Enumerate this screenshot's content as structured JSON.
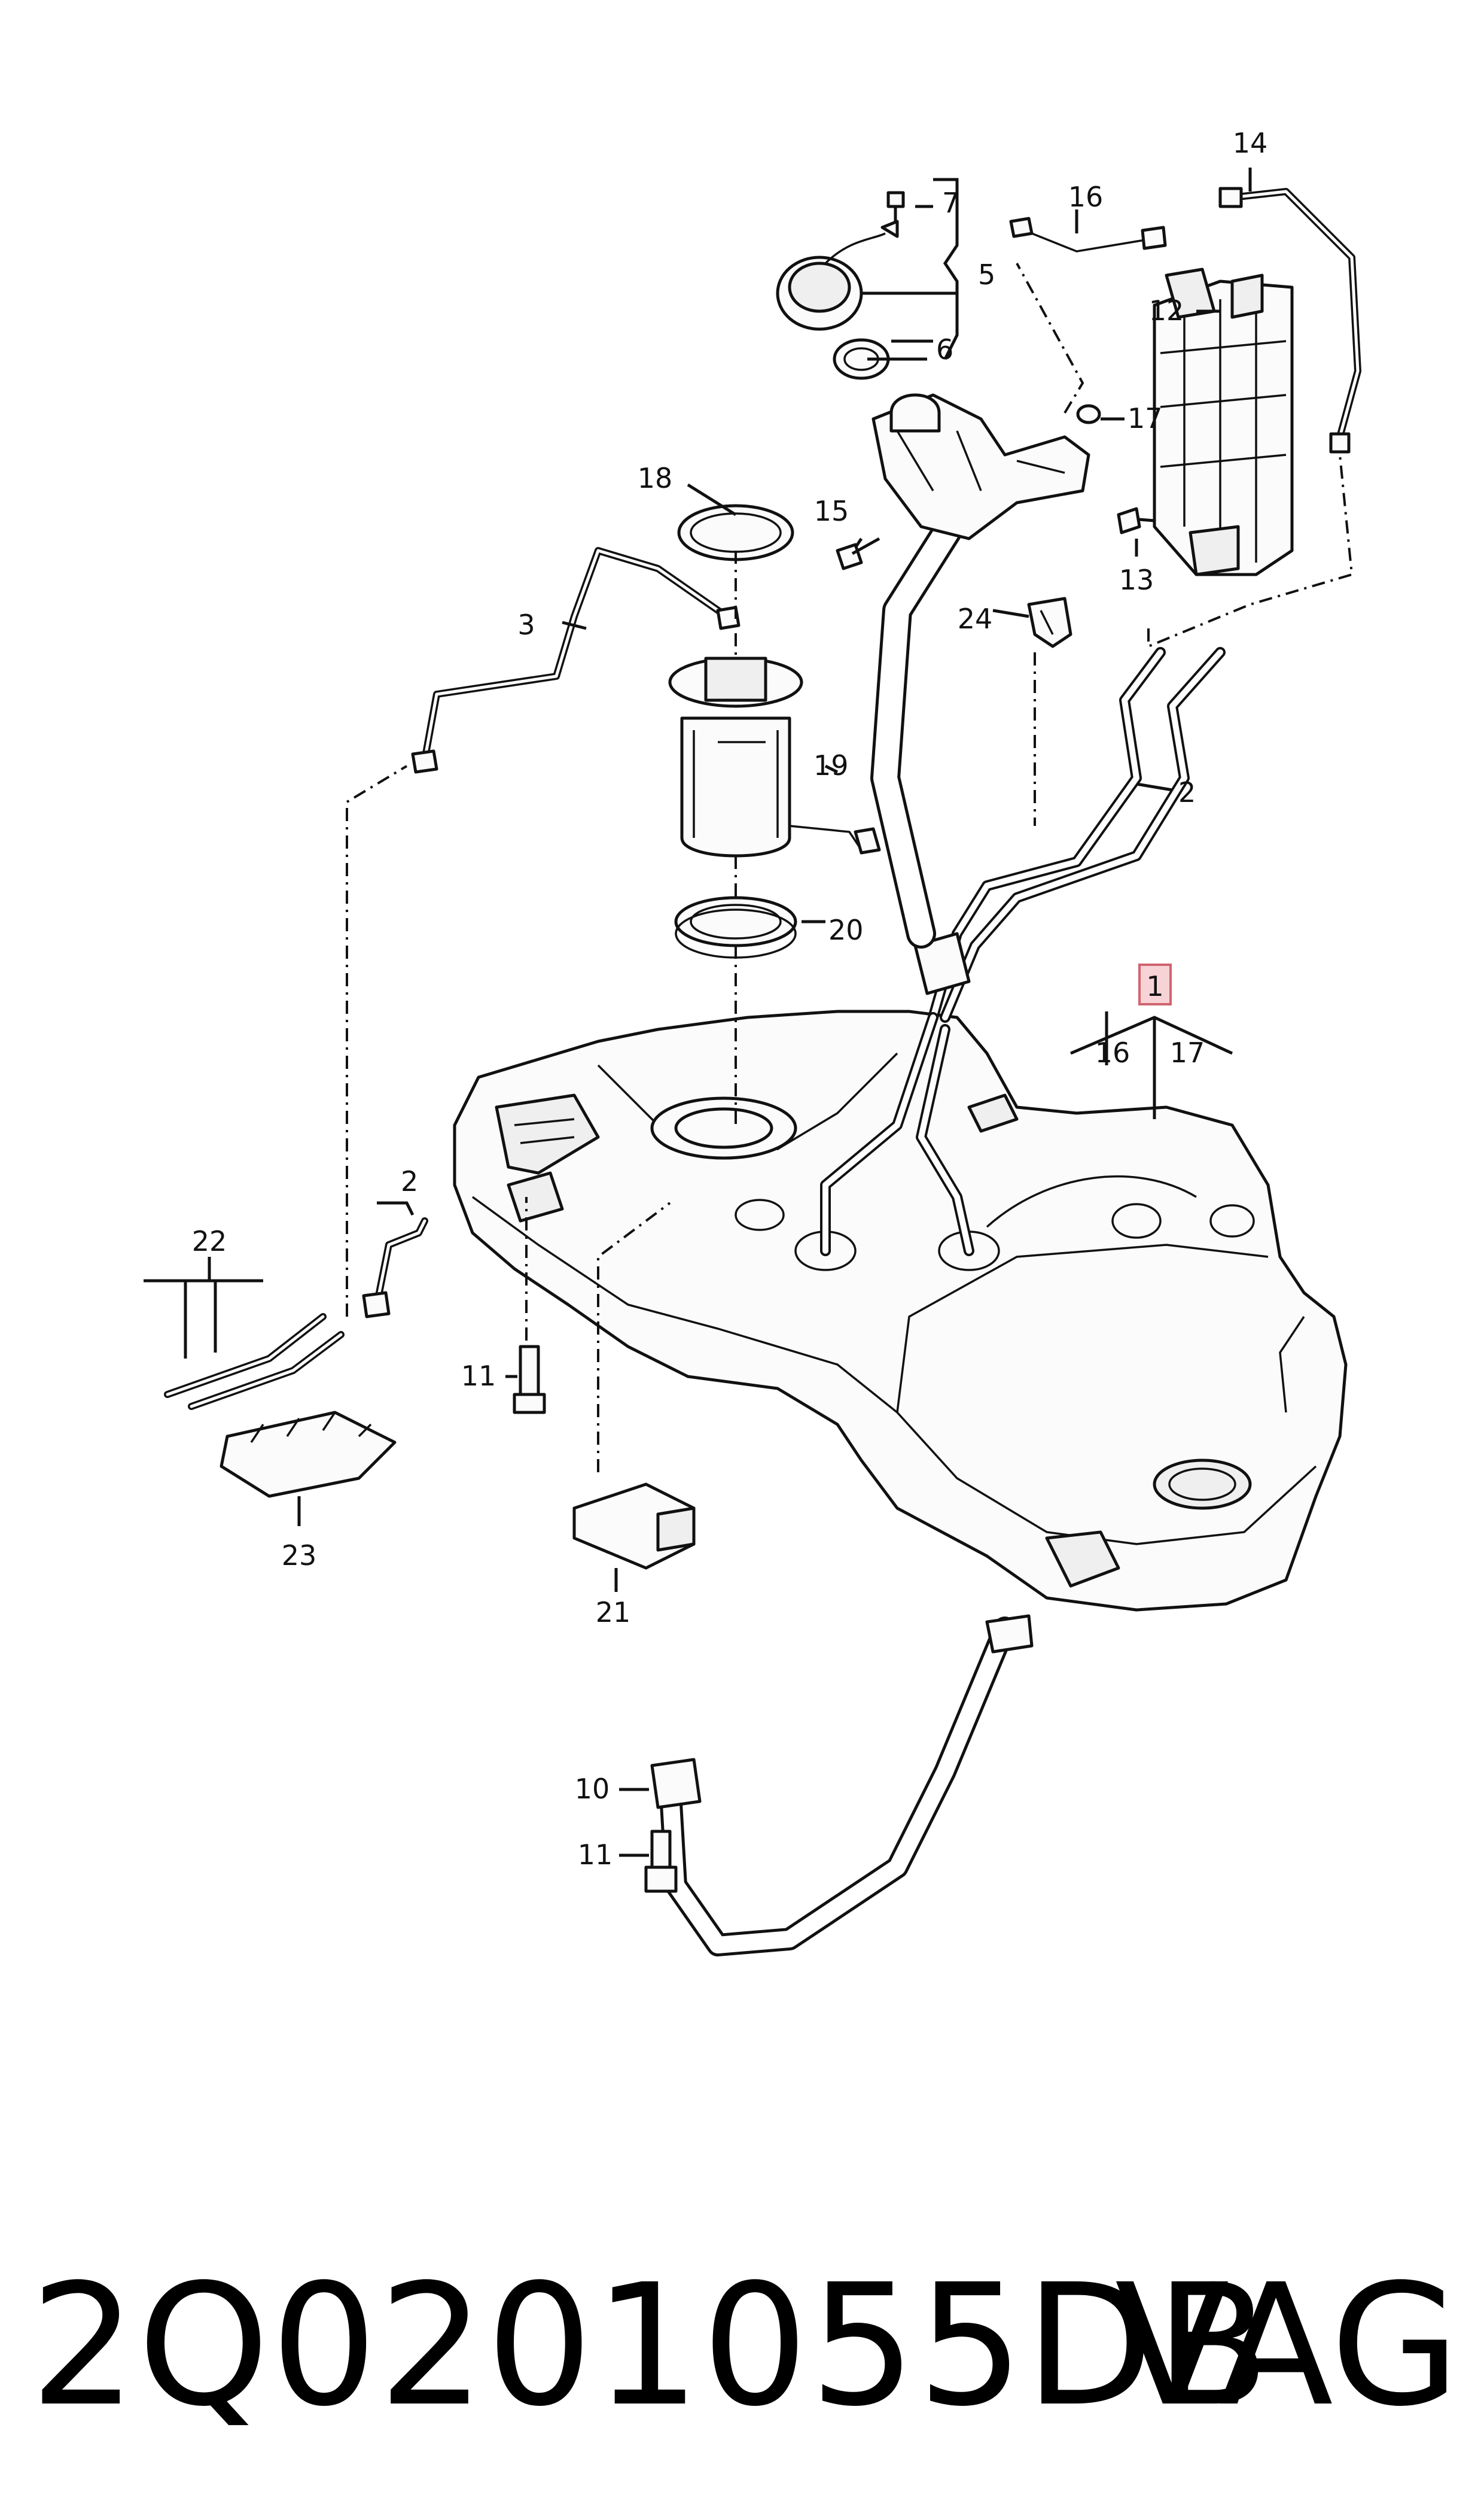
{
  "callouts": {
    "c1": "1",
    "c2a": "2",
    "c2b": "2",
    "c3": "3",
    "c5": "5",
    "c6": "6",
    "c7": "7",
    "c10": "10",
    "c11a": "11",
    "c11b": "11",
    "c12": "12",
    "c13": "13",
    "c14": "14",
    "c15": "15",
    "c16a": "16",
    "c16b": "16",
    "c17a": "17",
    "c17b": "17",
    "c18": "18",
    "c19": "19",
    "c20": "20",
    "c21": "21",
    "c22": "22",
    "c23": "23",
    "c24": "24"
  },
  "caption": {
    "part_number": "2Q0201055DB",
    "brand": "VAG"
  },
  "colors": {
    "line": "#111111",
    "highlight_fill": "#f7d3d6",
    "highlight_border": "#d0646e"
  }
}
